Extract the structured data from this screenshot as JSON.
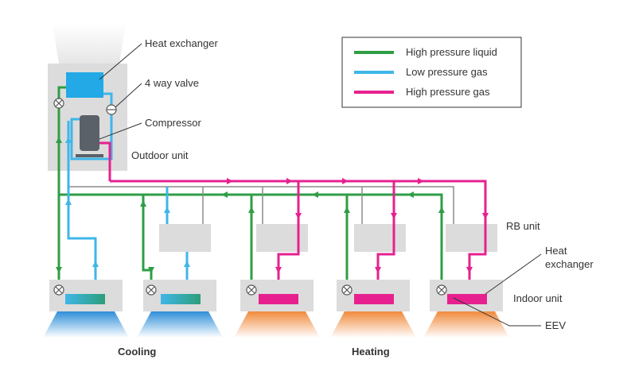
{
  "colors": {
    "high_pressure_liquid": "#2e9e45",
    "low_pressure_gas": "#3fb6e8",
    "high_pressure_gas": "#e6218f",
    "unit_box": "#dcdcdc",
    "cooling_air": "#2f8fd8",
    "heating_air": "#f08a3c"
  },
  "legend": {
    "high_pressure_liquid": "High pressure liquid",
    "low_pressure_gas": "Low pressure gas",
    "high_pressure_gas": "High pressure gas"
  },
  "labels": {
    "heat_exchanger_top": "Heat exchanger",
    "four_way_valve": "4 way valve",
    "compressor": "Compressor",
    "outdoor_unit": "Outdoor unit",
    "rb_unit": "RB unit",
    "heat_exchanger_right_1": "Heat",
    "heat_exchanger_right_2": "exchanger",
    "indoor_unit": "Indoor unit",
    "eev": "EEV",
    "cooling": "Cooling",
    "heating": "Heating"
  },
  "indoor_units": [
    {
      "mode": "cooling"
    },
    {
      "mode": "cooling"
    },
    {
      "mode": "heating"
    },
    {
      "mode": "heating"
    },
    {
      "mode": "heating"
    }
  ]
}
